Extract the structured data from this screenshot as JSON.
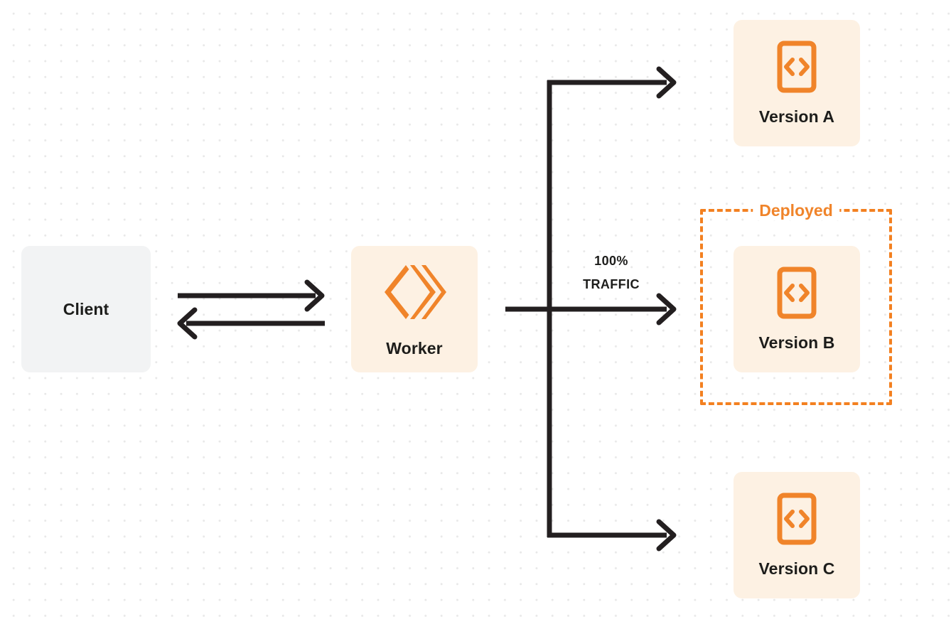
{
  "diagram": {
    "title": "Worker version traffic routing",
    "background": {
      "color": "#ffffff",
      "dot_color": "#e8e8e8",
      "pattern": "dot-grid"
    },
    "colors": {
      "accent_orange": "#f38020",
      "label_orange": "#f0842a",
      "card_fill": "#fdf1e3",
      "client_fill": "#f2f3f4",
      "stroke_dark": "#231f20",
      "text_dark": "#1d1d1b"
    },
    "nodes": {
      "client": {
        "label": "Client",
        "icon": "none"
      },
      "worker": {
        "label": "Worker",
        "icon": "cloudflare-workers-logo"
      },
      "version_a": {
        "label": "Version A",
        "icon": "code-document-icon"
      },
      "version_b": {
        "label": "Version B",
        "icon": "code-document-icon"
      },
      "version_c": {
        "label": "Version C",
        "icon": "code-document-icon"
      }
    },
    "group": {
      "deployed_label": "Deployed",
      "style": "dashed-orange"
    },
    "edges": {
      "traffic_percent": "100%",
      "traffic_word": "TRAFFIC",
      "client_to_worker": "request",
      "worker_to_client": "response",
      "worker_to_version_a": "no traffic",
      "worker_to_version_b": "100% traffic",
      "worker_to_version_c": "no traffic"
    }
  }
}
